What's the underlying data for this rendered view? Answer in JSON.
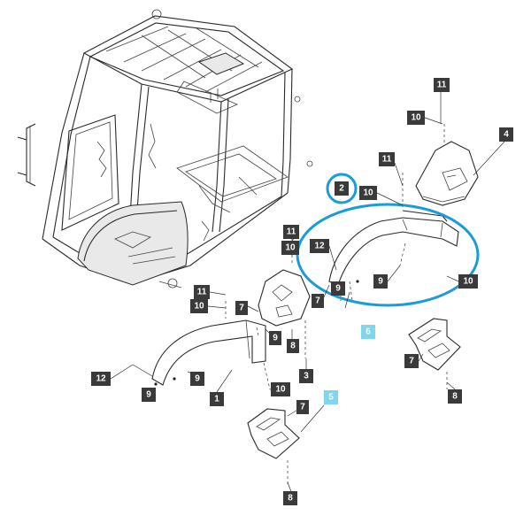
{
  "callouts": [
    {
      "id": "c11a",
      "label": "11"
    },
    {
      "id": "c10a",
      "label": "10"
    },
    {
      "id": "c4",
      "label": "4"
    },
    {
      "id": "c11b",
      "label": "11"
    },
    {
      "id": "c2",
      "label": "2"
    },
    {
      "id": "c10b",
      "label": "10"
    },
    {
      "id": "c11c",
      "label": "11"
    },
    {
      "id": "c10c",
      "label": "10"
    },
    {
      "id": "c12a",
      "label": "12"
    },
    {
      "id": "c9a",
      "label": "9"
    },
    {
      "id": "c10d",
      "label": "10"
    },
    {
      "id": "c7a",
      "label": "7"
    },
    {
      "id": "c9b",
      "label": "9"
    },
    {
      "id": "c11d",
      "label": "11"
    },
    {
      "id": "c10e",
      "label": "10"
    },
    {
      "id": "c7b",
      "label": "7"
    },
    {
      "id": "c9c",
      "label": "9"
    },
    {
      "id": "c8a",
      "label": "8"
    },
    {
      "id": "c6",
      "label": "6",
      "highlight": true
    },
    {
      "id": "c7c",
      "label": "7"
    },
    {
      "id": "c12b",
      "label": "12"
    },
    {
      "id": "c9d",
      "label": "9"
    },
    {
      "id": "c3",
      "label": "3"
    },
    {
      "id": "c9e",
      "label": "9"
    },
    {
      "id": "c10f",
      "label": "10"
    },
    {
      "id": "c1",
      "label": "1"
    },
    {
      "id": "c5",
      "label": "5",
      "highlight": true
    },
    {
      "id": "c7d",
      "label": "7"
    },
    {
      "id": "c8b",
      "label": "8"
    },
    {
      "id": "c8c",
      "label": "8"
    }
  ],
  "colors": {
    "callout_bg": "#3a3a3a",
    "callout_highlight": "#7fd6ee",
    "highlight_ring": "#1a9cd8"
  }
}
